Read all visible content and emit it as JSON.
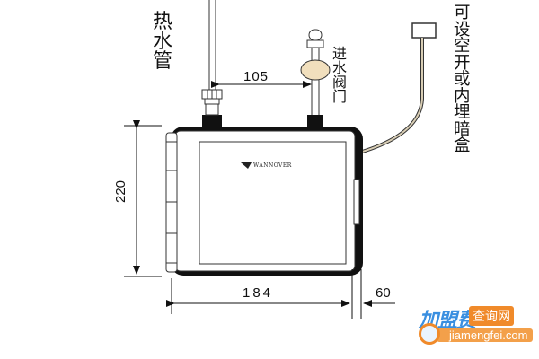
{
  "labels": {
    "hot_water_pipe": [
      "热",
      "水",
      "管"
    ],
    "inlet_valve": [
      "进",
      "水",
      "阀",
      "门"
    ],
    "junction_box_note": [
      "可",
      "设",
      "空",
      "开",
      "或",
      "内",
      "埋",
      "暗",
      "盒"
    ]
  },
  "dimensions": {
    "pipe_spacing": "105",
    "height": "220",
    "width": "184",
    "depth": "60"
  },
  "brand": {
    "name": "WANNOVER"
  },
  "watermark": {
    "title": "加盟费",
    "tag": "查询网",
    "url": "jiamengfei.com",
    "colors": {
      "blue": "#3a8fe0",
      "orange": "#f08a2a"
    }
  }
}
